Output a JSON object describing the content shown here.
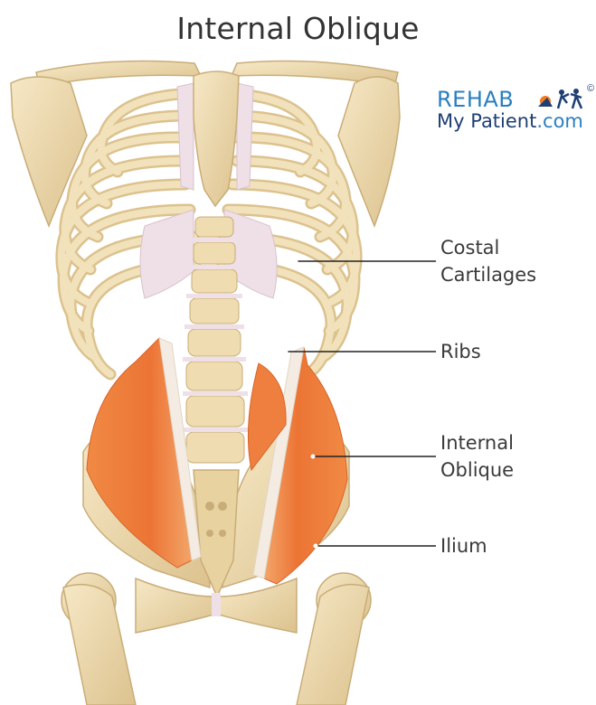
{
  "title": "Internal Oblique",
  "labels": {
    "costal_line1": "Costal",
    "costal_line2": "Cartilages",
    "ribs": "Ribs",
    "internal_line1": "Internal",
    "internal_line2": "Oblique",
    "ilium": "Ilium"
  },
  "logo": {
    "word1": "REHAB",
    "word2_part1": "My Patient",
    "word2_part2": ".com",
    "registered": "©"
  },
  "colors": {
    "bone": "#efdcb0",
    "bone_shadow": "#c9ad78",
    "cartilage": "#efdfe6",
    "muscle": "#ee7e3c",
    "muscle_light": "#f6a45e",
    "fascia": "#f4ece2",
    "logo_blue": "#2a7fbf",
    "logo_navy": "#1e3f73",
    "logo_orange": "#ef7b22",
    "leader_line": "#222222"
  }
}
